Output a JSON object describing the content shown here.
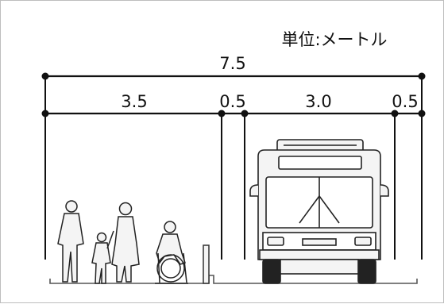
{
  "unit_label": "単位:メートル",
  "dimensions": {
    "total": "7.5",
    "sidewalk": "3.5",
    "curb_left": "0.5",
    "lane": "3.0",
    "shoulder_right": "0.5"
  },
  "colors": {
    "line": "#111111",
    "figure_fill": "#f4f4f4",
    "figure_stroke": "#222222",
    "border": "#bdbdbd"
  }
}
